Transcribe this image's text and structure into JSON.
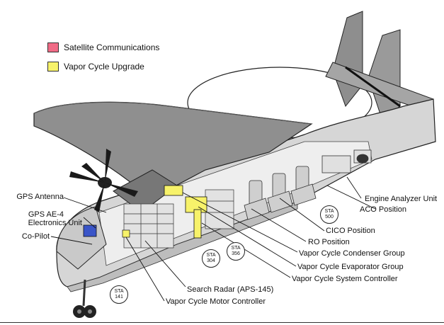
{
  "legend": {
    "items": [
      {
        "label": "Satellite Communications",
        "color": "#f06b86"
      },
      {
        "label": "Vapor Cycle Upgrade",
        "color": "#f7f26a"
      }
    ]
  },
  "callouts": {
    "gps_antenna": "GPS Antenna",
    "gps_ae4_line1": "GPS AE-4",
    "gps_ae4_line2": "Electronics Unit",
    "co_pilot": "Co-Pilot",
    "engine_analyzer": "Engine Analyzer Unit",
    "aco_position": "ACO Position",
    "cico_position": "CICO Position",
    "ro_position": "RO Position",
    "vc_condenser": "Vapor Cycle Condenser Group",
    "vc_evaporator": "Vapor Cycle Evaporator Group",
    "vc_system_controller": "Vapor Cycle System Controller",
    "search_radar": "Search Radar (APS-145)",
    "vc_motor_controller": "Vapor Cycle Motor Controller"
  },
  "stations": {
    "prefix": "STA",
    "sta_500": "500",
    "sta_356": "356",
    "sta_304": "304",
    "sta_141": "141"
  },
  "colors": {
    "fuselage": "#d3d3d3",
    "wing": "#8f8f8f",
    "interior": "#ececec",
    "highlight_yellow": "#f7f26a",
    "highlight_blue": "#3a55c8",
    "line": "#111111"
  }
}
